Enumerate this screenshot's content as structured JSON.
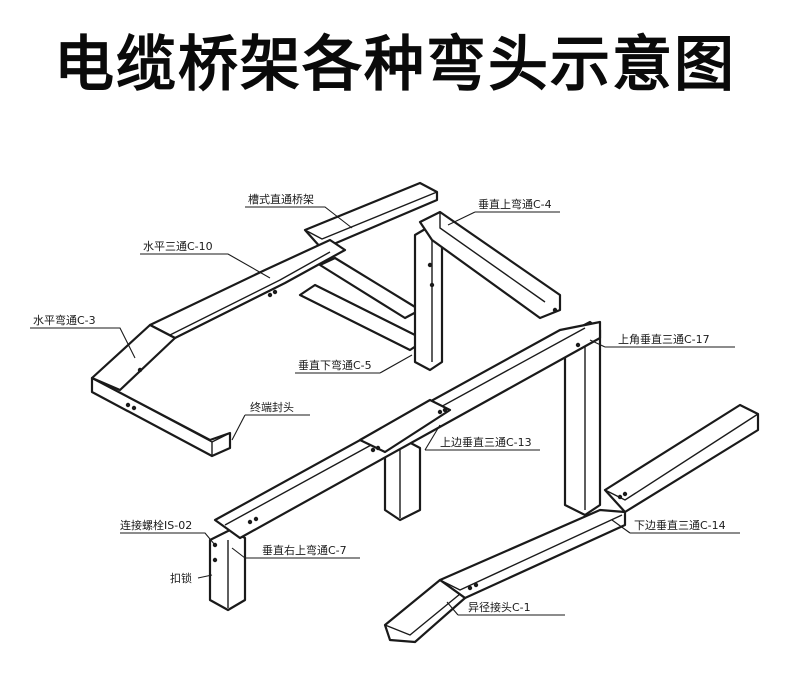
{
  "title": "电缆桥架各种弯头示意图",
  "labels": {
    "straight": "槽式直通桥架",
    "h_tee": "水平三通C-10",
    "h_bend": "水平弯通C-3",
    "v_down": "垂直下弯通C-5",
    "end_cap": "终端封头",
    "v_up_bend": "垂直上弯通C-4",
    "up_corner_tee": "上角垂直三通C-17",
    "up_side_tee": "上边垂直三通C-13",
    "bolt": "连接螺栓IS-02",
    "v_right_up": "垂直右上弯通C-7",
    "lock": "扣锁",
    "down_side_tee": "下边垂直三通C-14",
    "reducer": "异径接头C-1"
  }
}
